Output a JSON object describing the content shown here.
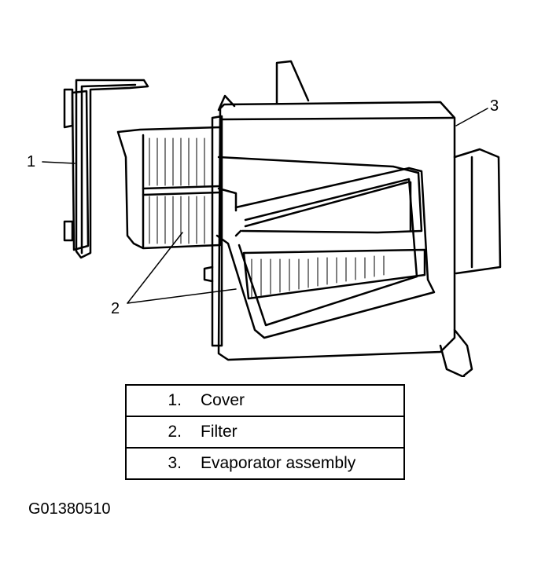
{
  "callouts": [
    {
      "id": "1",
      "text": "1"
    },
    {
      "id": "2",
      "text": "2"
    },
    {
      "id": "3",
      "text": "3"
    }
  ],
  "legend": [
    {
      "num": "1.",
      "label": "Cover"
    },
    {
      "num": "2.",
      "label": "Filter"
    },
    {
      "num": "3.",
      "label": "Evaporator assembly"
    }
  ],
  "figure_id": "G01380510"
}
